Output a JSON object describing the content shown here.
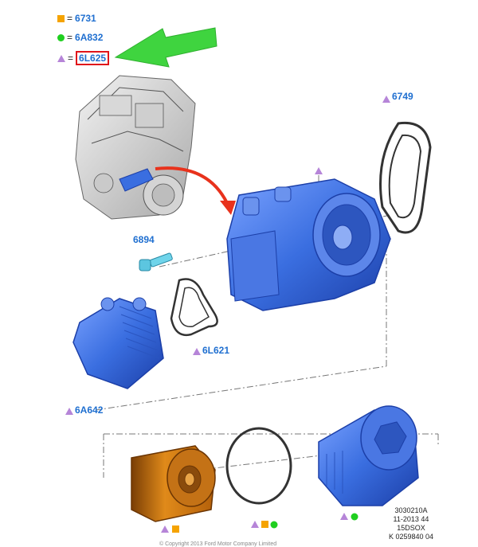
{
  "legend": [
    {
      "symbol": "square",
      "color": "#f5a300",
      "part": "6731"
    },
    {
      "symbol": "circle",
      "color": "#1fcf1f",
      "part": "6A832"
    },
    {
      "symbol": "triangle",
      "color": "#b685d8",
      "part": "6L625",
      "highlighted": true
    }
  ],
  "parts": {
    "p6749": "6749",
    "p6894": "6894",
    "p6L621": "6L621",
    "p6A642": "6A642"
  },
  "reference": {
    "line1": "3030210A",
    "line2": "11-2013 44",
    "line3": "15DSOX",
    "line4": "K 0259840 04"
  },
  "copyright": "© Copyright 2013 Ford Motor Company Limited",
  "colors": {
    "part_blue": "#3a6ee0",
    "filter_orange": "#e08a1a",
    "label_blue": "#1f6fd0",
    "arrow_green": "#3fd43f",
    "arrow_red": "#e8321c",
    "highlight_red": "#e0141a"
  }
}
